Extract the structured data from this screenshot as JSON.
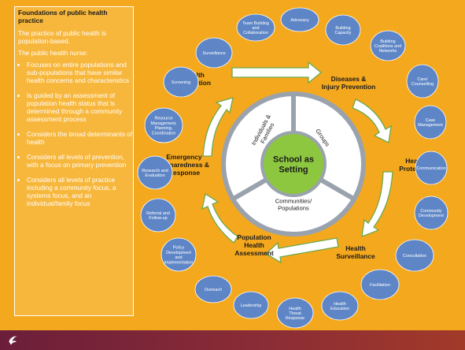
{
  "panel": {
    "title": "Foundations of public health practice",
    "para1": "The practice of public health is population-based.",
    "para2": "The public health nurse:",
    "bullets": [
      "Focuses on entire populations and sub-populations that have similar health concerns and characteristics",
      "Is guided by an assessment of population health status that is determined through a community assessment process",
      "Considers the broad determinants of health",
      "Considers all levels of prevention, with a focus on primary prevention",
      "Considers all levels of practice including a community focus, a systems focus, and an individual/family focus"
    ]
  },
  "center": {
    "label_lines": [
      "School as",
      "Setting"
    ],
    "segments": [
      {
        "lines": [
          "Individuals &",
          "Families"
        ]
      },
      {
        "lines": [
          "Groups"
        ]
      },
      {
        "lines": [
          "Communities/",
          "Populations"
        ]
      }
    ]
  },
  "arc_labels": [
    {
      "lines": [
        "Health",
        "Promotion"
      ]
    },
    {
      "lines": [
        "Diseases &",
        "Injury Prevention"
      ]
    },
    {
      "lines": [
        "Health",
        "Protection"
      ]
    },
    {
      "lines": [
        "Health",
        "Surveillance"
      ]
    },
    {
      "lines": [
        "Population",
        "Health",
        "Assessment"
      ]
    },
    {
      "lines": [
        "Emergency",
        "Preparedness &",
        "Response"
      ]
    }
  ],
  "bubbles": [
    {
      "lines": [
        "Team Building",
        "and",
        "Collaboration"
      ]
    },
    {
      "lines": [
        "Advocacy"
      ]
    },
    {
      "lines": [
        "Building",
        "Capacity"
      ]
    },
    {
      "lines": [
        "Building",
        "Coalitions and",
        "Networks"
      ]
    },
    {
      "lines": [
        "Care/",
        "Counselling"
      ]
    },
    {
      "lines": [
        "Case",
        "Management"
      ]
    },
    {
      "lines": [
        "Communication"
      ]
    },
    {
      "lines": [
        "Community",
        "Development"
      ]
    },
    {
      "lines": [
        "Consultation"
      ]
    },
    {
      "lines": [
        "Facilitation"
      ]
    },
    {
      "lines": [
        "Health",
        "Education"
      ]
    },
    {
      "lines": [
        "Health",
        "Threat",
        "Response"
      ]
    },
    {
      "lines": [
        "Leadership"
      ]
    },
    {
      "lines": [
        "Outreach"
      ]
    },
    {
      "lines": [
        "Policy",
        "Development",
        "and",
        "Implementation"
      ]
    },
    {
      "lines": [
        "Referral and",
        "Follow-up"
      ]
    },
    {
      "lines": [
        "Research and",
        "Evaluation"
      ]
    },
    {
      "lines": [
        "Resource",
        "Management,",
        "Planning,",
        "Coordination"
      ]
    },
    {
      "lines": [
        "Screening"
      ]
    },
    {
      "lines": [
        "Surveillance"
      ]
    }
  ],
  "colors": {
    "background": "#F4A81D",
    "bubble": "#5E86C6",
    "arrow": "#FFFFFF",
    "arrow_stroke": "#6FA84B",
    "center": "#8DC63F",
    "footer": "#6b1e3a"
  }
}
